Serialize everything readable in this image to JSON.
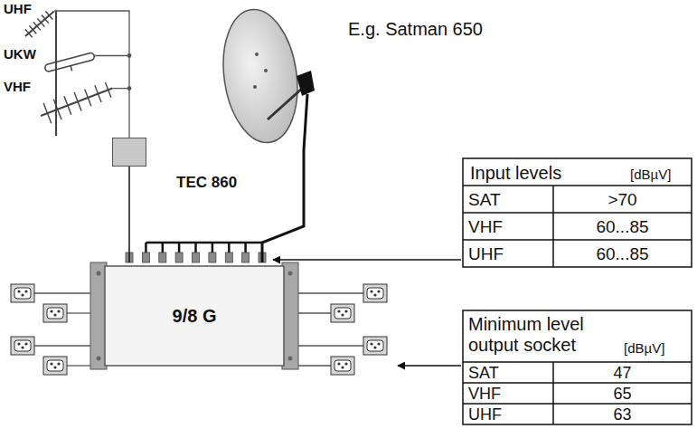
{
  "diagram": {
    "nodes": [
      {
        "text": [
          "TEC 860"
        ]
      },
      {
        "text": [
          "E.g. Satman 650"
        ]
      },
      {
        "text": [
          "9/8 G"
        ]
      }
    ],
    "edges": [
      {
        "from": 0,
        "to": 2,
        "arrow": "none"
      },
      {
        "from": 1,
        "to": 2,
        "arrow": "none"
      }
    ],
    "labels": [
      "UHF",
      "UKW",
      "VHF",
      "Input levels",
      "[dBµV]",
      "SAT",
      ">70",
      "VHF",
      "60...85",
      "UHF",
      "60...85",
      "Minimum level output socket",
      "[dBµV]",
      "SAT",
      "47",
      "VHF",
      "65",
      "UHF",
      "63"
    ]
  }
}
